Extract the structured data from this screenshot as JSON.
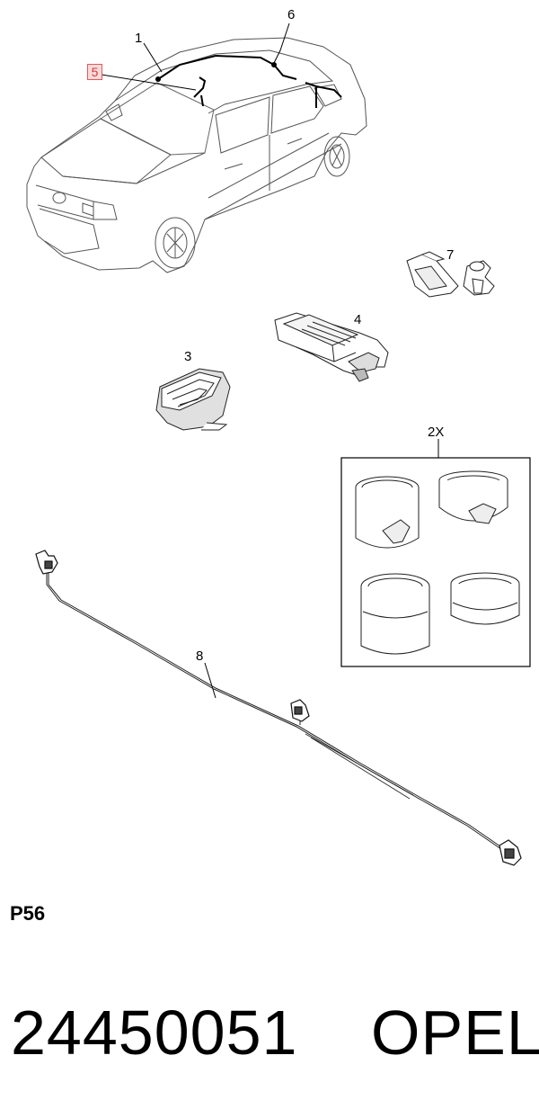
{
  "callouts": {
    "c1": "1",
    "c2x": "2X",
    "c3": "3",
    "c4": "4",
    "c5": "5",
    "c6": "6",
    "c7": "7",
    "c8": "8"
  },
  "page_ref": "P56",
  "part_number": "24450051",
  "brand": "OPEL",
  "colors": {
    "line": "#000000",
    "highlight_border": "#e05a5a",
    "highlight_fill": "#f9dada"
  }
}
